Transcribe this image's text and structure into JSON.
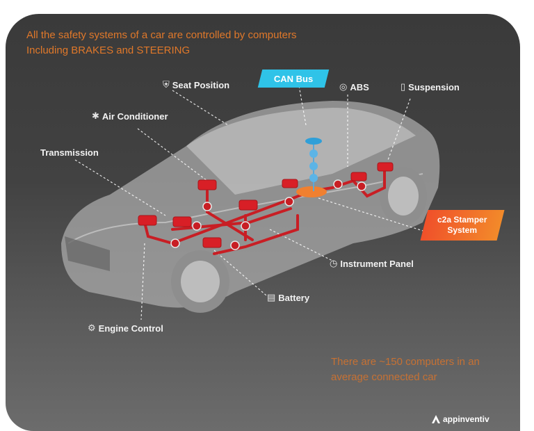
{
  "headline": {
    "line1": "All the safety systems of a car are controlled by computers",
    "line2": "Including BRAKES and STEERING"
  },
  "badges": {
    "can_bus": "CAN Bus",
    "c2a_line1": "c2a Stamper",
    "c2a_line2": "System"
  },
  "labels": {
    "seat_position": "Seat Position",
    "abs": "ABS",
    "suspension": "Suspension",
    "air_conditioner": "Air Conditioner",
    "transmission": "Transmission",
    "instrument_panel": "Instrument Panel",
    "battery": "Battery",
    "engine_control": "Engine Control"
  },
  "icons": {
    "seat_position": "seat-icon",
    "abs": "abs-brake-icon",
    "suspension": "suspension-spring-icon",
    "air_conditioner": "fan-icon",
    "instrument_panel": "gauge-icon",
    "battery": "battery-icon",
    "engine_control": "gear-icon"
  },
  "note": {
    "line1": "There are ~150 computers in an",
    "line2": "average connected car"
  },
  "logo": {
    "text": "appinventiv"
  },
  "colors": {
    "accent_orange": "#e0782a",
    "can_bus_blue": "#2fc3e8",
    "ecu_red": "#d81f26",
    "c2a_orange": "#f0502a"
  }
}
